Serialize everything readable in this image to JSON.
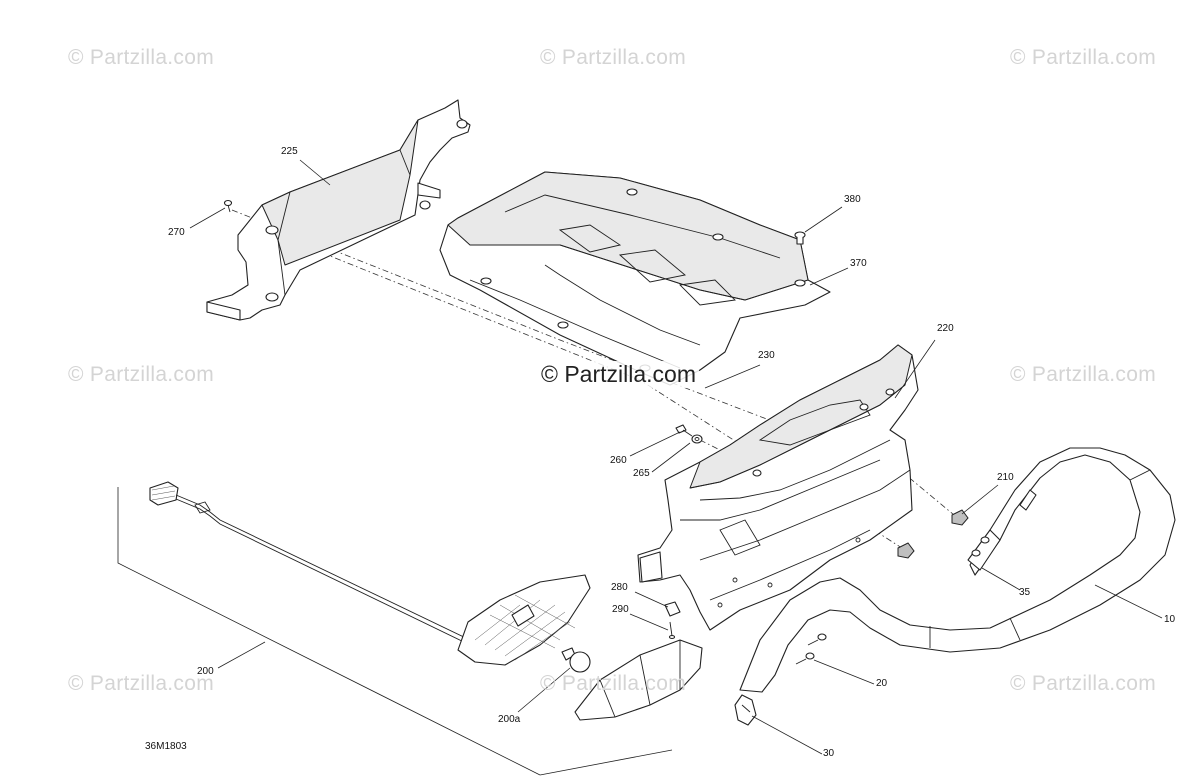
{
  "watermark": {
    "text": "© Partzilla.com",
    "center_text": "© Partzilla.com"
  },
  "figure_code": "36M1803",
  "callouts": [
    {
      "id": "225",
      "label": "225"
    },
    {
      "id": "270",
      "label": "270"
    },
    {
      "id": "380",
      "label": "380"
    },
    {
      "id": "370",
      "label": "370"
    },
    {
      "id": "220",
      "label": "220"
    },
    {
      "id": "230",
      "label": "230"
    },
    {
      "id": "260",
      "label": "260"
    },
    {
      "id": "265",
      "label": "265"
    },
    {
      "id": "210",
      "label": "210"
    },
    {
      "id": "35",
      "label": "35"
    },
    {
      "id": "10",
      "label": "10"
    },
    {
      "id": "280",
      "label": "280"
    },
    {
      "id": "290",
      "label": "290"
    },
    {
      "id": "200",
      "label": "200"
    },
    {
      "id": "200a",
      "label": "200a"
    },
    {
      "id": "20",
      "label": "20"
    },
    {
      "id": "30",
      "label": "30"
    }
  ],
  "colors": {
    "line": "#222222",
    "watermark": "#d4d4d4",
    "background": "#ffffff"
  }
}
